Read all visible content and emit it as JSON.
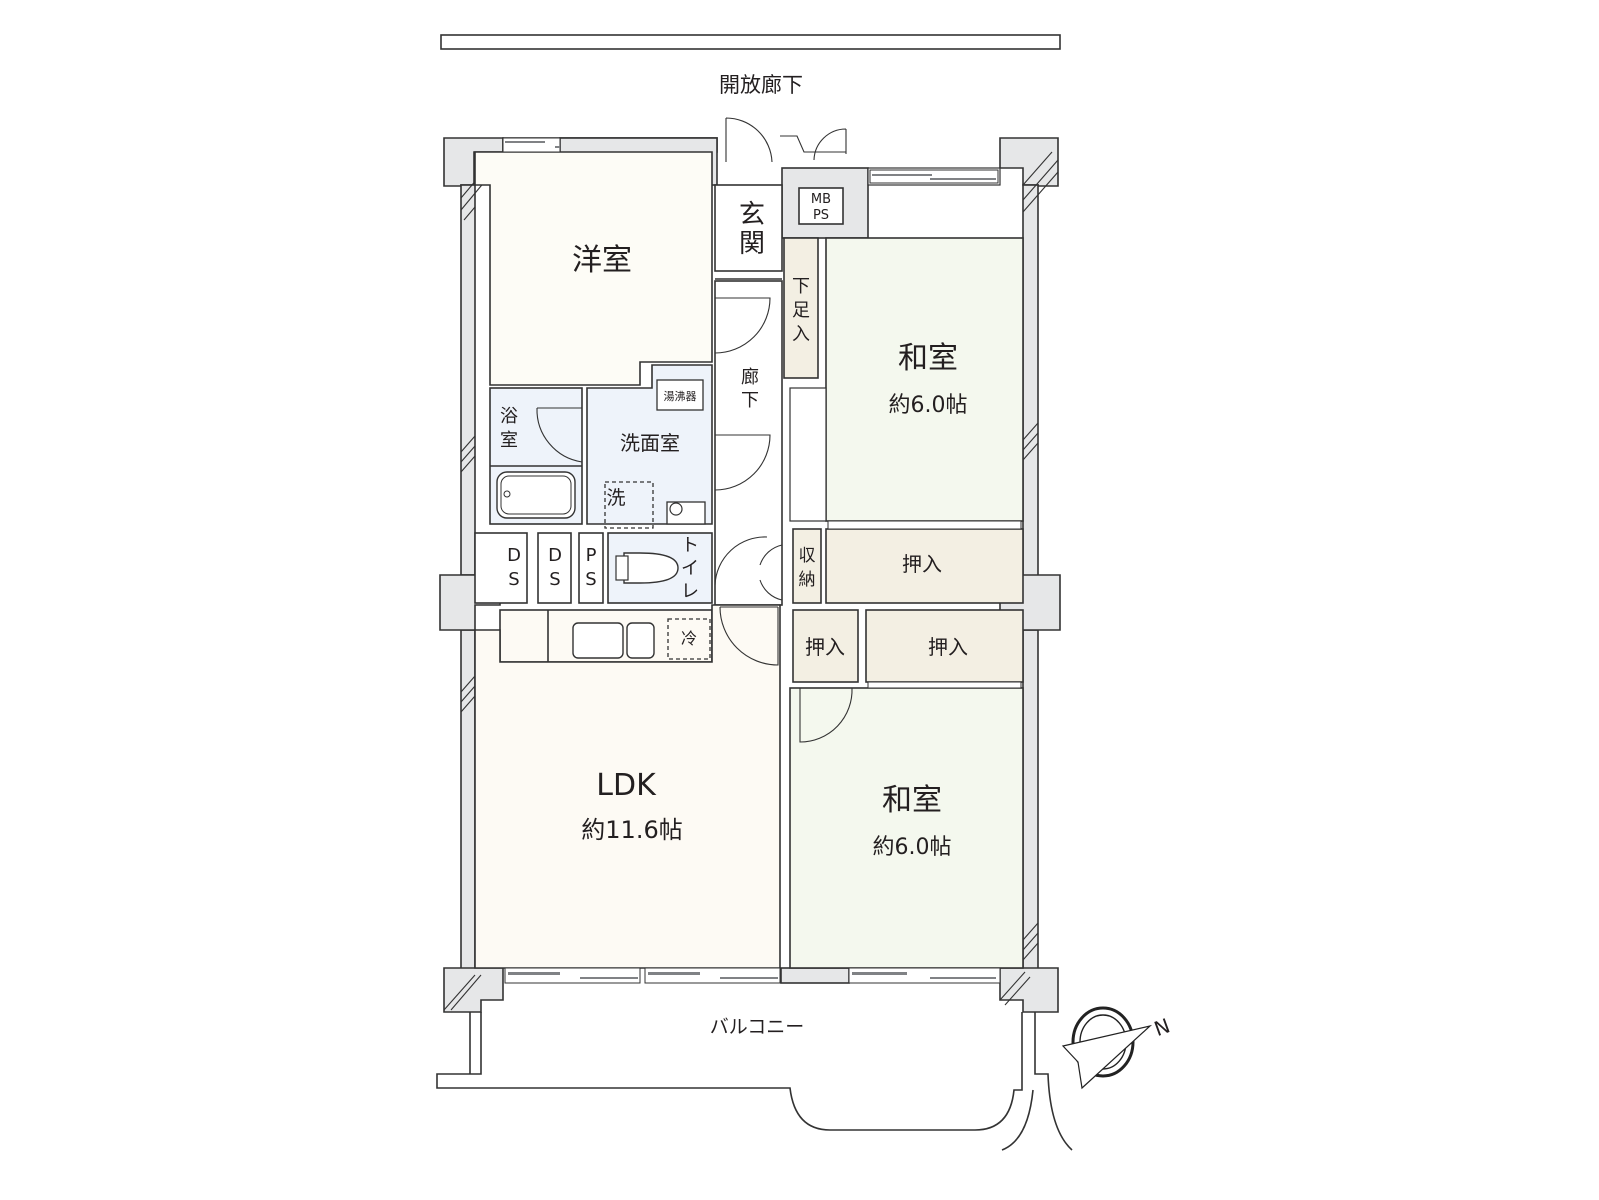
{
  "plan": {
    "corridor_label": "開放廊下",
    "balcony_label": "バルコニー",
    "compass_label": "N",
    "colors": {
      "wall": "#e6e7e8",
      "western_room": "#fdfcf6",
      "japanese_room": "#f4f8ee",
      "ldk": "#fdfaf4",
      "wet_area": "#eef3fa",
      "storage": "#f3efe3",
      "hall": "#ffffff",
      "outline": "#333333"
    }
  },
  "rooms": {
    "western": {
      "name": "洋室"
    },
    "entrance": {
      "name_top": "玄",
      "name_bottom": "関"
    },
    "mbps": {
      "line1": "MB",
      "line2": "PS"
    },
    "shoe_storage": {
      "c1": "下",
      "c2": "足",
      "c3": "入"
    },
    "hallway": {
      "c1": "廊",
      "c2": "下"
    },
    "washroom": {
      "name": "洗面室",
      "water_heater": "湯沸器",
      "washer": "洗"
    },
    "bath": {
      "c1": "浴",
      "c2": "室"
    },
    "ds1": {
      "c1": "D",
      "c2": "S"
    },
    "ds2": {
      "c1": "D",
      "c2": "S"
    },
    "ps": {
      "c1": "P",
      "c2": "S"
    },
    "toilet": {
      "c1": "ト",
      "c2": "イ",
      "c3": "レ"
    },
    "storage_small": {
      "c1": "収",
      "c2": "納"
    },
    "closet_top": {
      "name": "押入"
    },
    "closet_left": {
      "name": "押入"
    },
    "closet_right": {
      "name": "押入"
    },
    "fridge": {
      "name": "冷"
    },
    "japanese_north": {
      "name": "和室",
      "area": "約6.0帖"
    },
    "japanese_south": {
      "name": "和室",
      "area": "約6.0帖"
    },
    "ldk": {
      "name": "LDK",
      "area": "約11.6帖"
    }
  }
}
